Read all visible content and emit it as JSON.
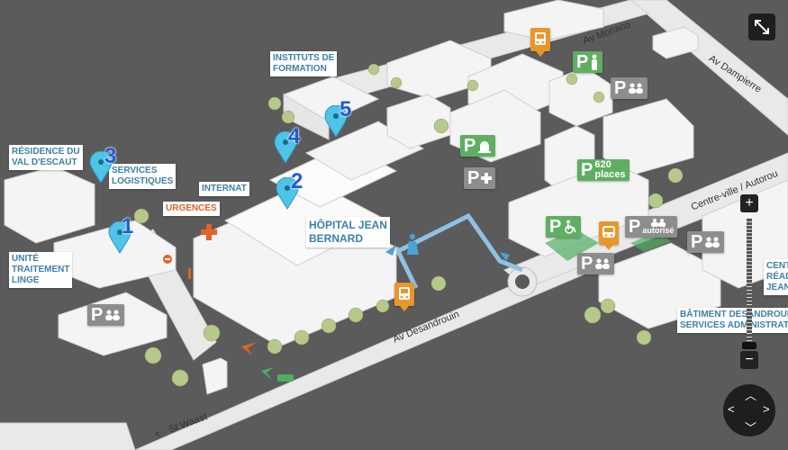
{
  "labels": {
    "residence": [
      "RÉSIDENCE DU",
      "VAL D'ESCAUT"
    ],
    "instituts": [
      "INSTITUTS DE",
      "FORMATION"
    ],
    "services": [
      "SERVICES",
      "LOGISTIQUES"
    ],
    "internat": "INTERNAT",
    "urgences": "URGENCES",
    "hopital": [
      "HÔPITAL JEAN",
      "BERNARD"
    ],
    "unite": [
      "UNITÉ",
      "TRAITEMENT",
      "LINGE"
    ],
    "centre": [
      "CENT",
      "RÉAD",
      "JEAN"
    ],
    "batiment": [
      "BÂTIMENT DESANDROUIN",
      "SERVICES ADMINISTRATIF"
    ]
  },
  "roads": {
    "monaco": "Av Monaco",
    "dampierre": "Av Dampierre",
    "centreville": "Centre-ville / Autorou",
    "desandrouin": "Av Desandrouin",
    "stwaast": "St Waast"
  },
  "pins": [
    "1",
    "2",
    "3",
    "4",
    "5"
  ],
  "parking": {
    "p": "P",
    "places_count": "620",
    "places_word": "places",
    "autorise": "autorisé"
  },
  "controls": {
    "zoom_in": "+",
    "zoom_out": "−"
  },
  "colors": {
    "label_text": "#3d7fa6",
    "urgences": "#e2622a",
    "parking_green": "#5fae62",
    "parking_gray": "#8d8d8d",
    "bus_orange": "#e9962a",
    "pin": "#4fc3e8",
    "pin_number": "#1f5bd4"
  }
}
